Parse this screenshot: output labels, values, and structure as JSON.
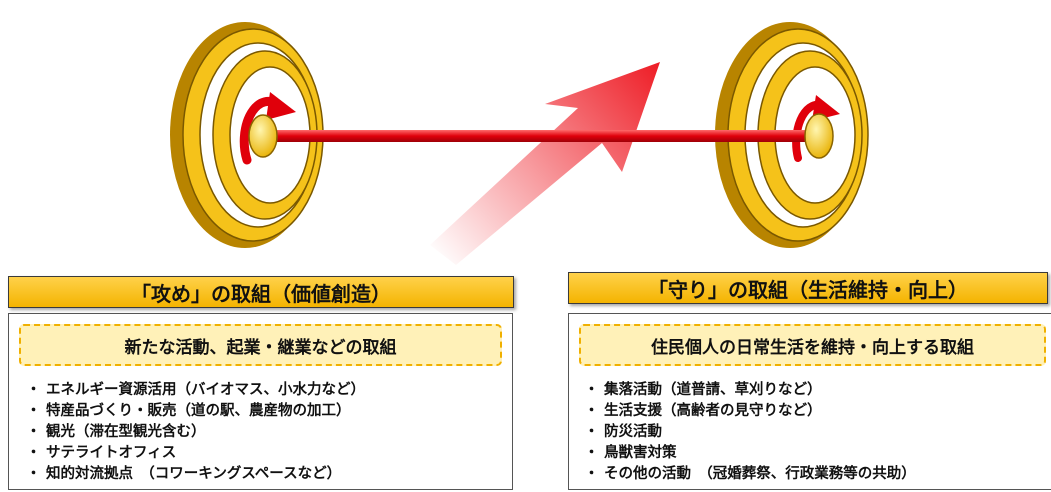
{
  "left_panel": {
    "title": "「攻め」の取組（価値創造）",
    "subtitle": "新たな活動、起業・継業などの取組",
    "bullet": "・",
    "items": [
      "エネルギー資源活用（バイオマス、小水力など）",
      "特産品づくり・販売（道の駅、農産物の加工）",
      "観光（滞在型観光含む）",
      "サテライトオフィス",
      "知的対流拠点　（コワーキングスペースなど）"
    ]
  },
  "right_panel": {
    "title": "「守り」の取組（生活維持・向上）",
    "subtitle": "住民個人の日常生活を維持・向上する取組",
    "bullet": "・",
    "items": [
      "集落活動（道普請、草刈りなど）",
      "生活支援（高齢者の見守りなど）",
      "防災活動",
      "鳥獣害対策",
      "その他の活動　（冠婚葬祭、行政業務等の共助）"
    ]
  },
  "colors": {
    "wheel_gold": "#f5c21a",
    "wheel_dark": "#b88400",
    "axle_red": "#e0000b",
    "arrow_red": "#ee1c25",
    "panel_title_bg": "#f4b400",
    "subtitle_bg": "#fff1b8"
  }
}
